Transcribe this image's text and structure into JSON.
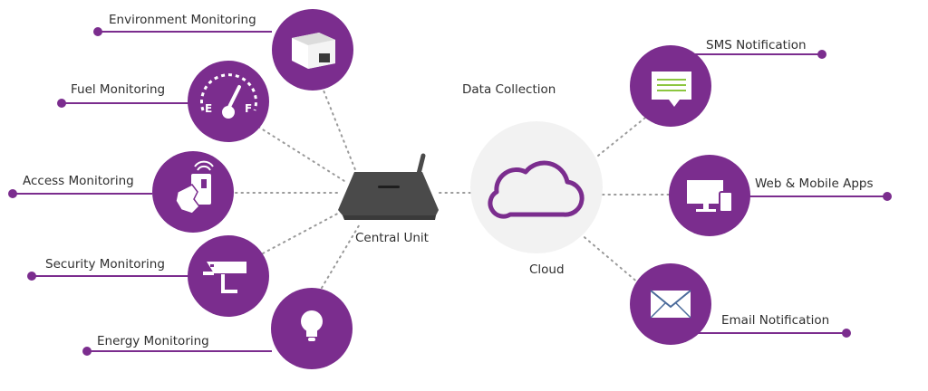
{
  "colors": {
    "accent": "#7b2d8e",
    "line": "#9a9a9a",
    "device": "#4a4a4a",
    "cloud_bg": "#f2f2f2"
  },
  "center": {
    "label": "Central Unit",
    "icon": "router-icon"
  },
  "cloud": {
    "label": "Cloud",
    "icon": "cloud-icon"
  },
  "data_collection": {
    "label": "Data Collection"
  },
  "left_nodes": [
    {
      "label": "Environment Monitoring",
      "icon": "sensor-box-icon"
    },
    {
      "label": "Fuel Monitoring",
      "icon": "fuel-gauge-icon"
    },
    {
      "label": "Access Monitoring",
      "icon": "access-card-icon"
    },
    {
      "label": "Security Monitoring",
      "icon": "security-camera-icon"
    },
    {
      "label": "Energy Monitoring",
      "icon": "lightbulb-icon"
    }
  ],
  "right_nodes": [
    {
      "label": "SMS Notification",
      "icon": "sms-message-icon"
    },
    {
      "label": "Web & Mobile Apps",
      "icon": "devices-icon"
    },
    {
      "label": "Email Notification",
      "icon": "envelope-icon"
    }
  ]
}
